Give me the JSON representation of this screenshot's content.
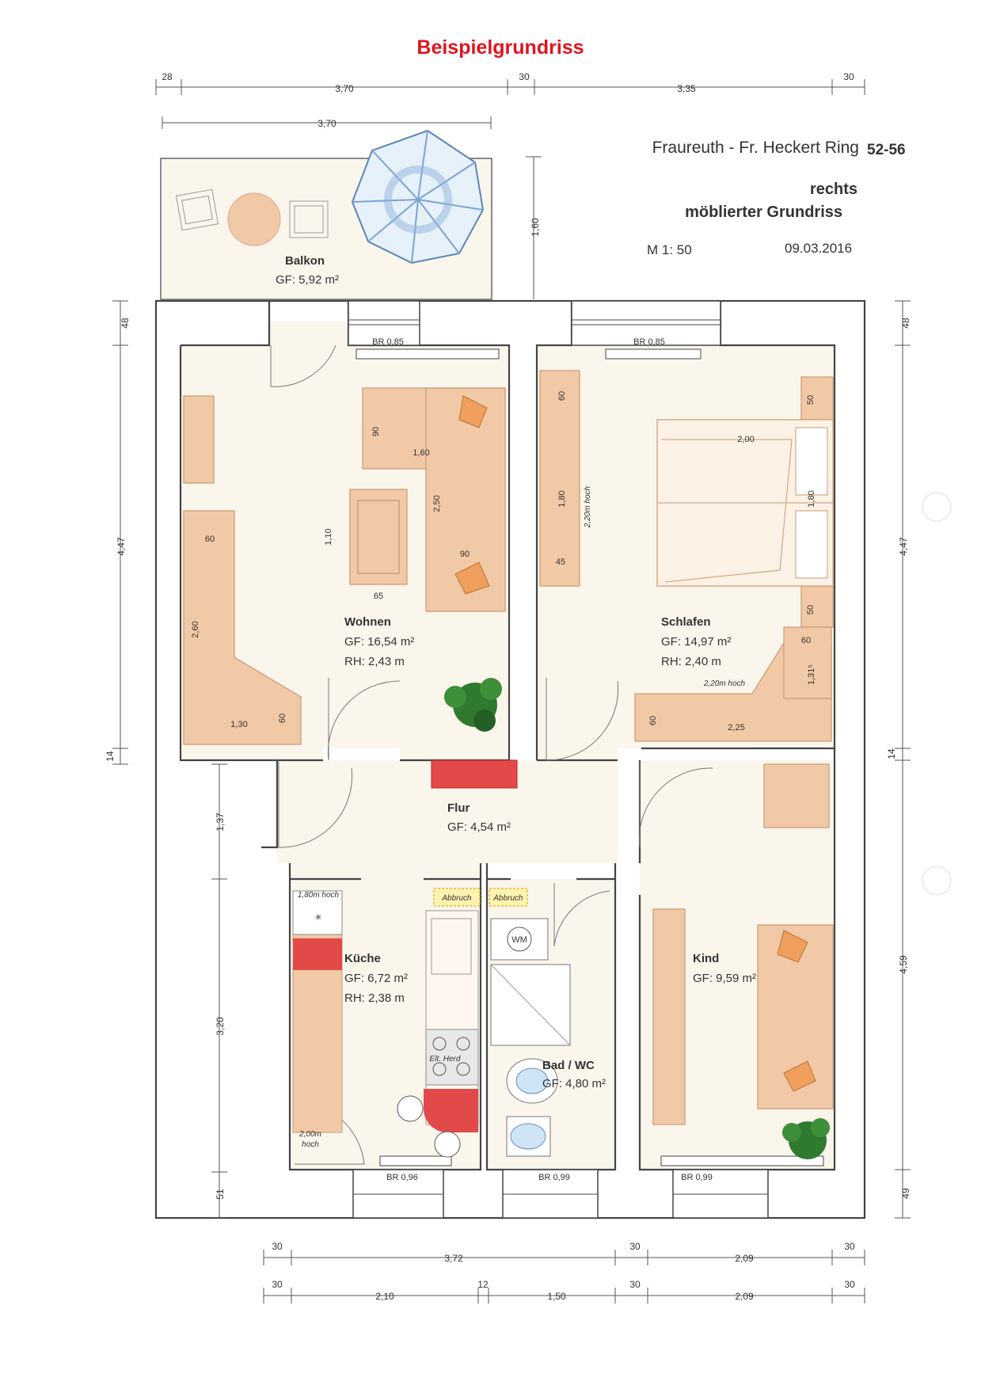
{
  "header": {
    "title": "Beispielgrundriss",
    "address": "Fraureuth - Fr. Heckert Ring",
    "house_numbers": "52-56",
    "side": "rechts",
    "subtitle": "möblierter Grundriss",
    "scale": "M 1: 50",
    "date": "09.03.2016"
  },
  "rooms": {
    "balkon": {
      "name": "Balkon",
      "area": "GF: 5,92 m²"
    },
    "wohnen": {
      "name": "Wohnen",
      "area": "GF: 16,54 m²",
      "height": "RH:  2,43 m"
    },
    "schlafen": {
      "name": "Schlafen",
      "area": "GF: 14,97 m²",
      "height": "RH:  2,40 m"
    },
    "flur": {
      "name": "Flur",
      "area": "GF: 4,54 m²"
    },
    "kueche": {
      "name": "Küche",
      "area": "GF: 6,72 m²",
      "height": "RH: 2,38 m"
    },
    "bad": {
      "name": "Bad / WC",
      "area": "GF: 4,80 m²"
    },
    "kind": {
      "name": "Kind",
      "area": "GF: 9,59 m²"
    }
  },
  "dimensions": {
    "top": {
      "d1": "28",
      "d2": "3,70",
      "d3": "30",
      "d4": "3,35",
      "d5": "30"
    },
    "balcony_width": "3,70",
    "balcony_depth": "1,60",
    "left": {
      "d1": "48",
      "d2": "4,47",
      "d3": "14",
      "d4": "1,37",
      "d5": "3,20",
      "d6": "51"
    },
    "right": {
      "d1": "48",
      "d2": "4,47",
      "d3": "14",
      "d4": "4,59",
      "d5": "49"
    },
    "bottom1": {
      "d1": "30",
      "d2": "3,72",
      "d3": "30",
      "d4": "2,09",
      "d5": "30"
    },
    "bottom2": {
      "d1": "30",
      "d2": "2,10",
      "d3": "12",
      "d4": "1,50",
      "d5": "30",
      "d6": "2,09",
      "d7": "30"
    }
  },
  "windows": {
    "wohnen": "BR 0,85",
    "schlafen": "BR 0,85",
    "kueche": "BR 0,96",
    "bad": "BR 0,99",
    "kind": "BR 0,99"
  },
  "furniture_labels": {
    "sofa_depth": "90",
    "sofa_length": "1,60",
    "sofa_side": "2,50",
    "sofa_side_depth": "90",
    "table_len": "1,10",
    "table_w": "65",
    "desk_w": "60",
    "shelf_len": "2,60",
    "shelf_bottom": "1,30",
    "shelf_end": "60",
    "wardrobe_top": "60",
    "wardrobe_len": "1,80",
    "wardrobe_h": "2,20m hoch",
    "wardrobe_d": "45",
    "bed_w": "2,00",
    "bed_len": "1,80",
    "night_top": "50",
    "night_bottom": "50",
    "corner_w": "60",
    "corner_len": "1,31⁵",
    "corner_h": "2,20m hoch",
    "bottom_len": "2,25",
    "bottom_d": "60",
    "kitchen_h1": "1,80m hoch",
    "kitchen_h2": "2,00m",
    "kitchen_h2b": "hoch",
    "abbruch1": "Abbruch",
    "abbruch2": "Abbruch",
    "herd": "Elt. Herd",
    "wm": "WM"
  }
}
